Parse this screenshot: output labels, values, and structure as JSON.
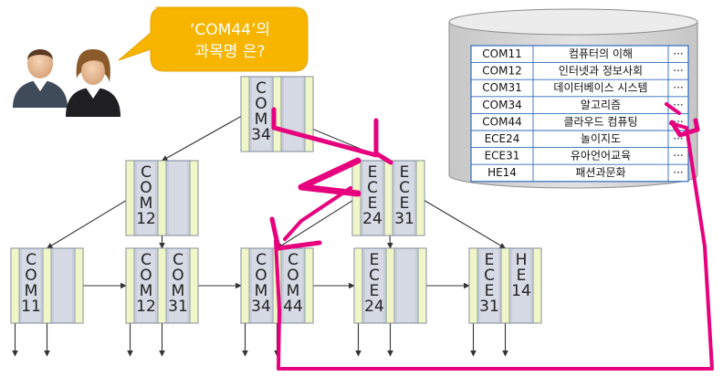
{
  "question": {
    "line1": "‘COM44’의",
    "line2": "과목명 은?"
  },
  "tree": {
    "root": {
      "keys": [
        "COM34"
      ]
    },
    "level1": [
      {
        "keys": [
          "COM12"
        ]
      },
      {
        "keys": [
          "ECE24",
          "ECE31"
        ]
      }
    ],
    "leaves": [
      {
        "keys": [
          "COM11"
        ]
      },
      {
        "keys": [
          "COM12",
          "COM31"
        ]
      },
      {
        "keys": [
          "COM34",
          "COM44"
        ]
      },
      {
        "keys": [
          "ECE24"
        ]
      },
      {
        "keys": [
          "ECE31",
          "HE14"
        ]
      }
    ]
  },
  "table": {
    "rows": [
      {
        "code": "COM11",
        "name": "컴퓨터의 이해",
        "more": "···"
      },
      {
        "code": "COM12",
        "name": "인터넷과 정보사회",
        "more": "···"
      },
      {
        "code": "COM31",
        "name": "데이터베이스 시스템",
        "more": "···"
      },
      {
        "code": "COM34",
        "name": "알고리즘",
        "more": "···"
      },
      {
        "code": "COM44",
        "name": "클라우드 컴퓨팅",
        "more": "···"
      },
      {
        "code": "ECE24",
        "name": "놀이지도",
        "more": "···"
      },
      {
        "code": "ECE31",
        "name": "유아언어교육",
        "more": "···"
      },
      {
        "code": "HE14",
        "name": "패션과문화",
        "more": "···"
      }
    ]
  },
  "colors": {
    "node_fill": "#d5dae4",
    "pointer_fill": "#f0f6c8",
    "node_stroke": "#7a8597",
    "bubble": "#f7b500",
    "highlight": "#e6007e",
    "cylinder": "#d9d9d9",
    "table_border": "#2f6cc0"
  }
}
